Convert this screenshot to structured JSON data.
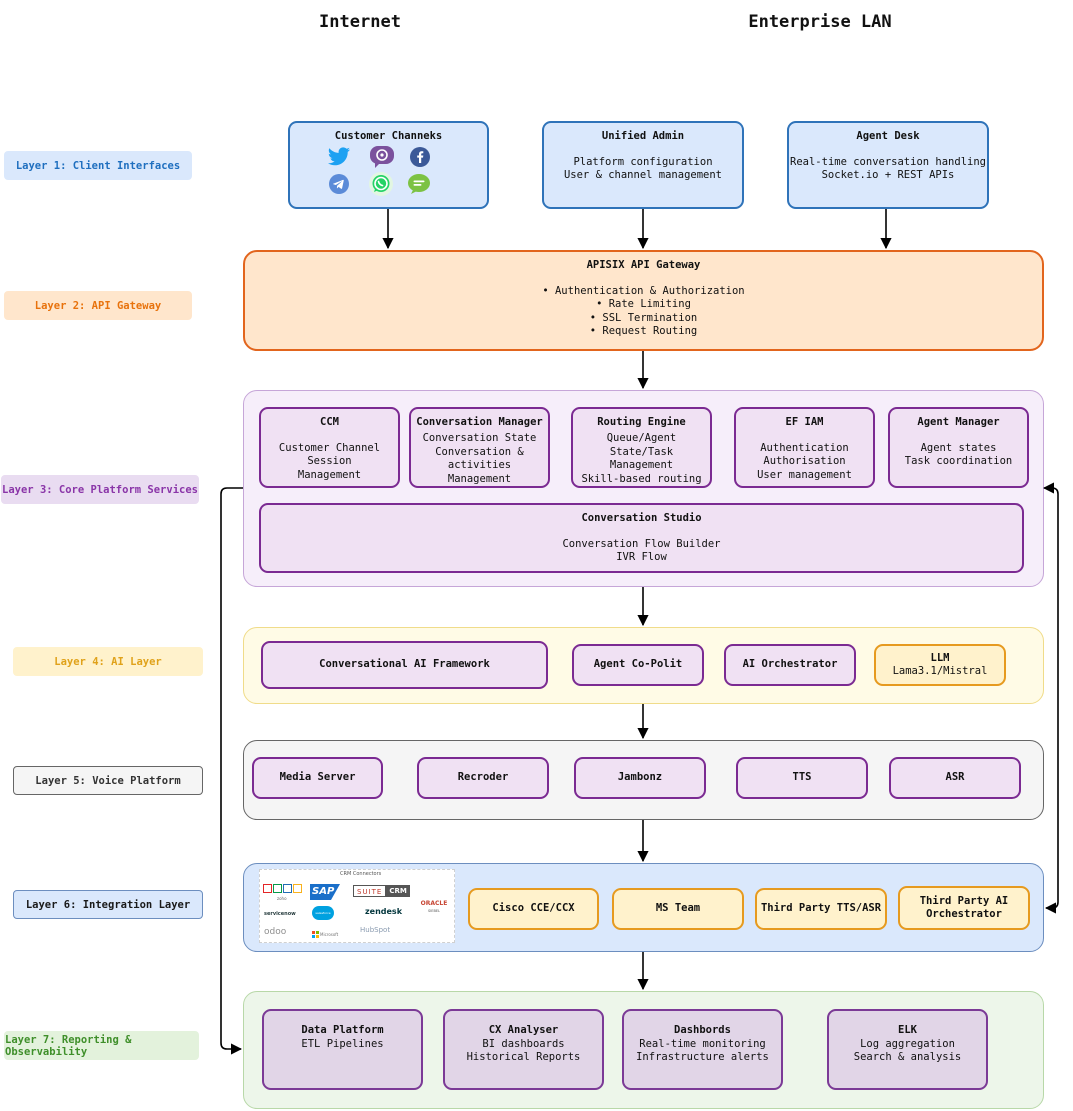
{
  "headers": {
    "internet": "Internet",
    "enterprise": "Enterprise LAN"
  },
  "layers": [
    {
      "label": "Layer 1: Client Interfaces",
      "color": "#1f6fbf"
    },
    {
      "label": "Layer 2: API Gateway",
      "color": "#e8720c"
    },
    {
      "label": "Layer 3: Core Platform Services",
      "color": "#8a35a8"
    },
    {
      "label": "Layer 4: AI Layer",
      "color": "#e0a21a"
    },
    {
      "label": "Layer 5: Voice Platform",
      "color": "#333333"
    },
    {
      "label": "Layer 6: Integration Layer",
      "color": "#1a1a1a"
    },
    {
      "label": "Layer 7: Reporting & Observability",
      "color": "#3f8f2a"
    }
  ],
  "client": {
    "customer_channels": {
      "title": "Customer Channeks",
      "icons": [
        "twitter-icon",
        "viber-icon",
        "facebook-icon",
        "telegram-icon",
        "whatsapp-icon",
        "chat-icon"
      ]
    },
    "unified_admin": {
      "title": "Unified Admin",
      "lines": [
        "Platform configuration",
        "User & channel management"
      ]
    },
    "agent_desk": {
      "title": "Agent Desk",
      "lines": [
        "Real-time conversation handling",
        "Socket.io + REST APIs"
      ]
    }
  },
  "gateway": {
    "title": "APISIX API Gateway",
    "lines": [
      "•  Authentication & Authorization",
      "• Rate Limiting",
      "• SSL Termination",
      "• Request Routing"
    ]
  },
  "core": {
    "ccm": {
      "title": "CCM",
      "lines": [
        "Customer Channel Session",
        "Management"
      ]
    },
    "conversation_manager": {
      "title": "Conversation Manager",
      "lines": [
        "Conversation State",
        "Conversation & activities",
        "Management"
      ]
    },
    "routing_engine": {
      "title": "Routing Engine",
      "lines": [
        "Queue/Agent State/Task",
        "Management",
        "Skill-based routing"
      ]
    },
    "ef_iam": {
      "title": "EF IAM",
      "lines": [
        "Authentication",
        "Authorisation",
        "User management"
      ]
    },
    "agent_manager": {
      "title": "Agent Manager",
      "lines": [
        "Agent states",
        "Task coordination"
      ]
    },
    "studio": {
      "title": "Conversation Studio",
      "lines": [
        "Conversation Flow Builder",
        "IVR Flow"
      ]
    }
  },
  "ai": {
    "framework": "Conversational AI Framework",
    "copilot": "Agent Co-Polit",
    "orchestrator": "AI Orchestrator",
    "llm": {
      "title": "LLM",
      "sub": "Lama3.1/Mistral"
    }
  },
  "voice": [
    "Media Server",
    "Recroder",
    "Jambonz",
    "TTS",
    "ASR"
  ],
  "integration": {
    "crm": {
      "caption": "CRM Connectors",
      "logos": {
        "zoho": "zoho",
        "sap": "SAP",
        "suite": "SUITE",
        "crm": "CRM",
        "servicenow": "servicenow",
        "salesforce": "salesforce",
        "zendesk": "zendesk",
        "oracle": "ORACLE",
        "oracle_sub": "SIEBEL",
        "odoo": "odoo",
        "microsoft": "Microsoft",
        "hubspot": "HubSpot"
      }
    },
    "cisco": "Cisco CCE/CCX",
    "msteam": "MS Team",
    "tts_asr": "Third Party TTS/ASR",
    "ai_orch": "Third Party AI Orchestrator"
  },
  "reporting": {
    "data_platform": {
      "title": "Data Platform",
      "lines": [
        "ETL Pipelines"
      ]
    },
    "cx_analyser": {
      "title": "CX Analyser",
      "lines": [
        "BI dashboards",
        "Historical Reports"
      ]
    },
    "dashboards": {
      "title": "Dashbords",
      "lines": [
        "Real-time monitoring",
        "Infrastructure alerts"
      ]
    },
    "elk": {
      "title": "ELK",
      "lines": [
        "Log aggregation",
        "Search & analysis"
      ]
    }
  }
}
